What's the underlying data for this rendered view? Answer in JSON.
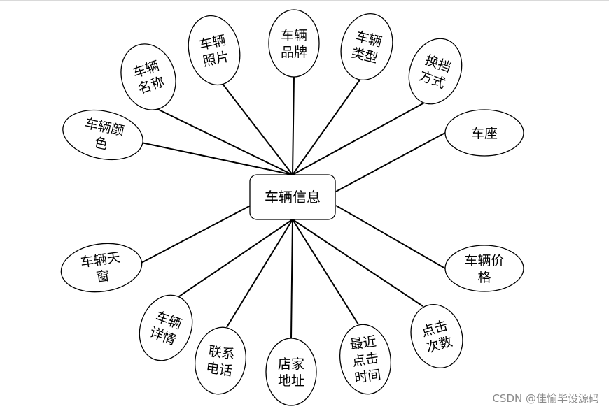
{
  "diagram": {
    "center": {
      "label": "车辆信息"
    },
    "attributes": [
      {
        "id": "name",
        "lines": [
          "车辆",
          "名称"
        ]
      },
      {
        "id": "photo",
        "lines": [
          "车辆",
          "照片"
        ]
      },
      {
        "id": "brand",
        "lines": [
          "车辆",
          "品牌"
        ]
      },
      {
        "id": "type",
        "lines": [
          "车辆",
          "类型"
        ]
      },
      {
        "id": "gear",
        "lines": [
          "换挡",
          "方式"
        ]
      },
      {
        "id": "color",
        "lines": [
          "车辆颜",
          "色"
        ]
      },
      {
        "id": "seat",
        "lines": [
          "车座"
        ]
      },
      {
        "id": "sunroof",
        "lines": [
          "车辆天",
          "窗"
        ]
      },
      {
        "id": "price",
        "lines": [
          "车辆价",
          "格"
        ]
      },
      {
        "id": "detail",
        "lines": [
          "车辆",
          "详情"
        ]
      },
      {
        "id": "phone",
        "lines": [
          "联系",
          "电话"
        ]
      },
      {
        "id": "address",
        "lines": [
          "店家",
          "地址"
        ]
      },
      {
        "id": "lastclick",
        "lines": [
          "最近",
          "点击",
          "时间"
        ]
      },
      {
        "id": "clicks",
        "lines": [
          "点击",
          "次数"
        ]
      }
    ]
  },
  "watermark": "CSDN @佳愉毕设源码",
  "colors": {
    "stroke": "#000000",
    "background": "#ffffff"
  }
}
